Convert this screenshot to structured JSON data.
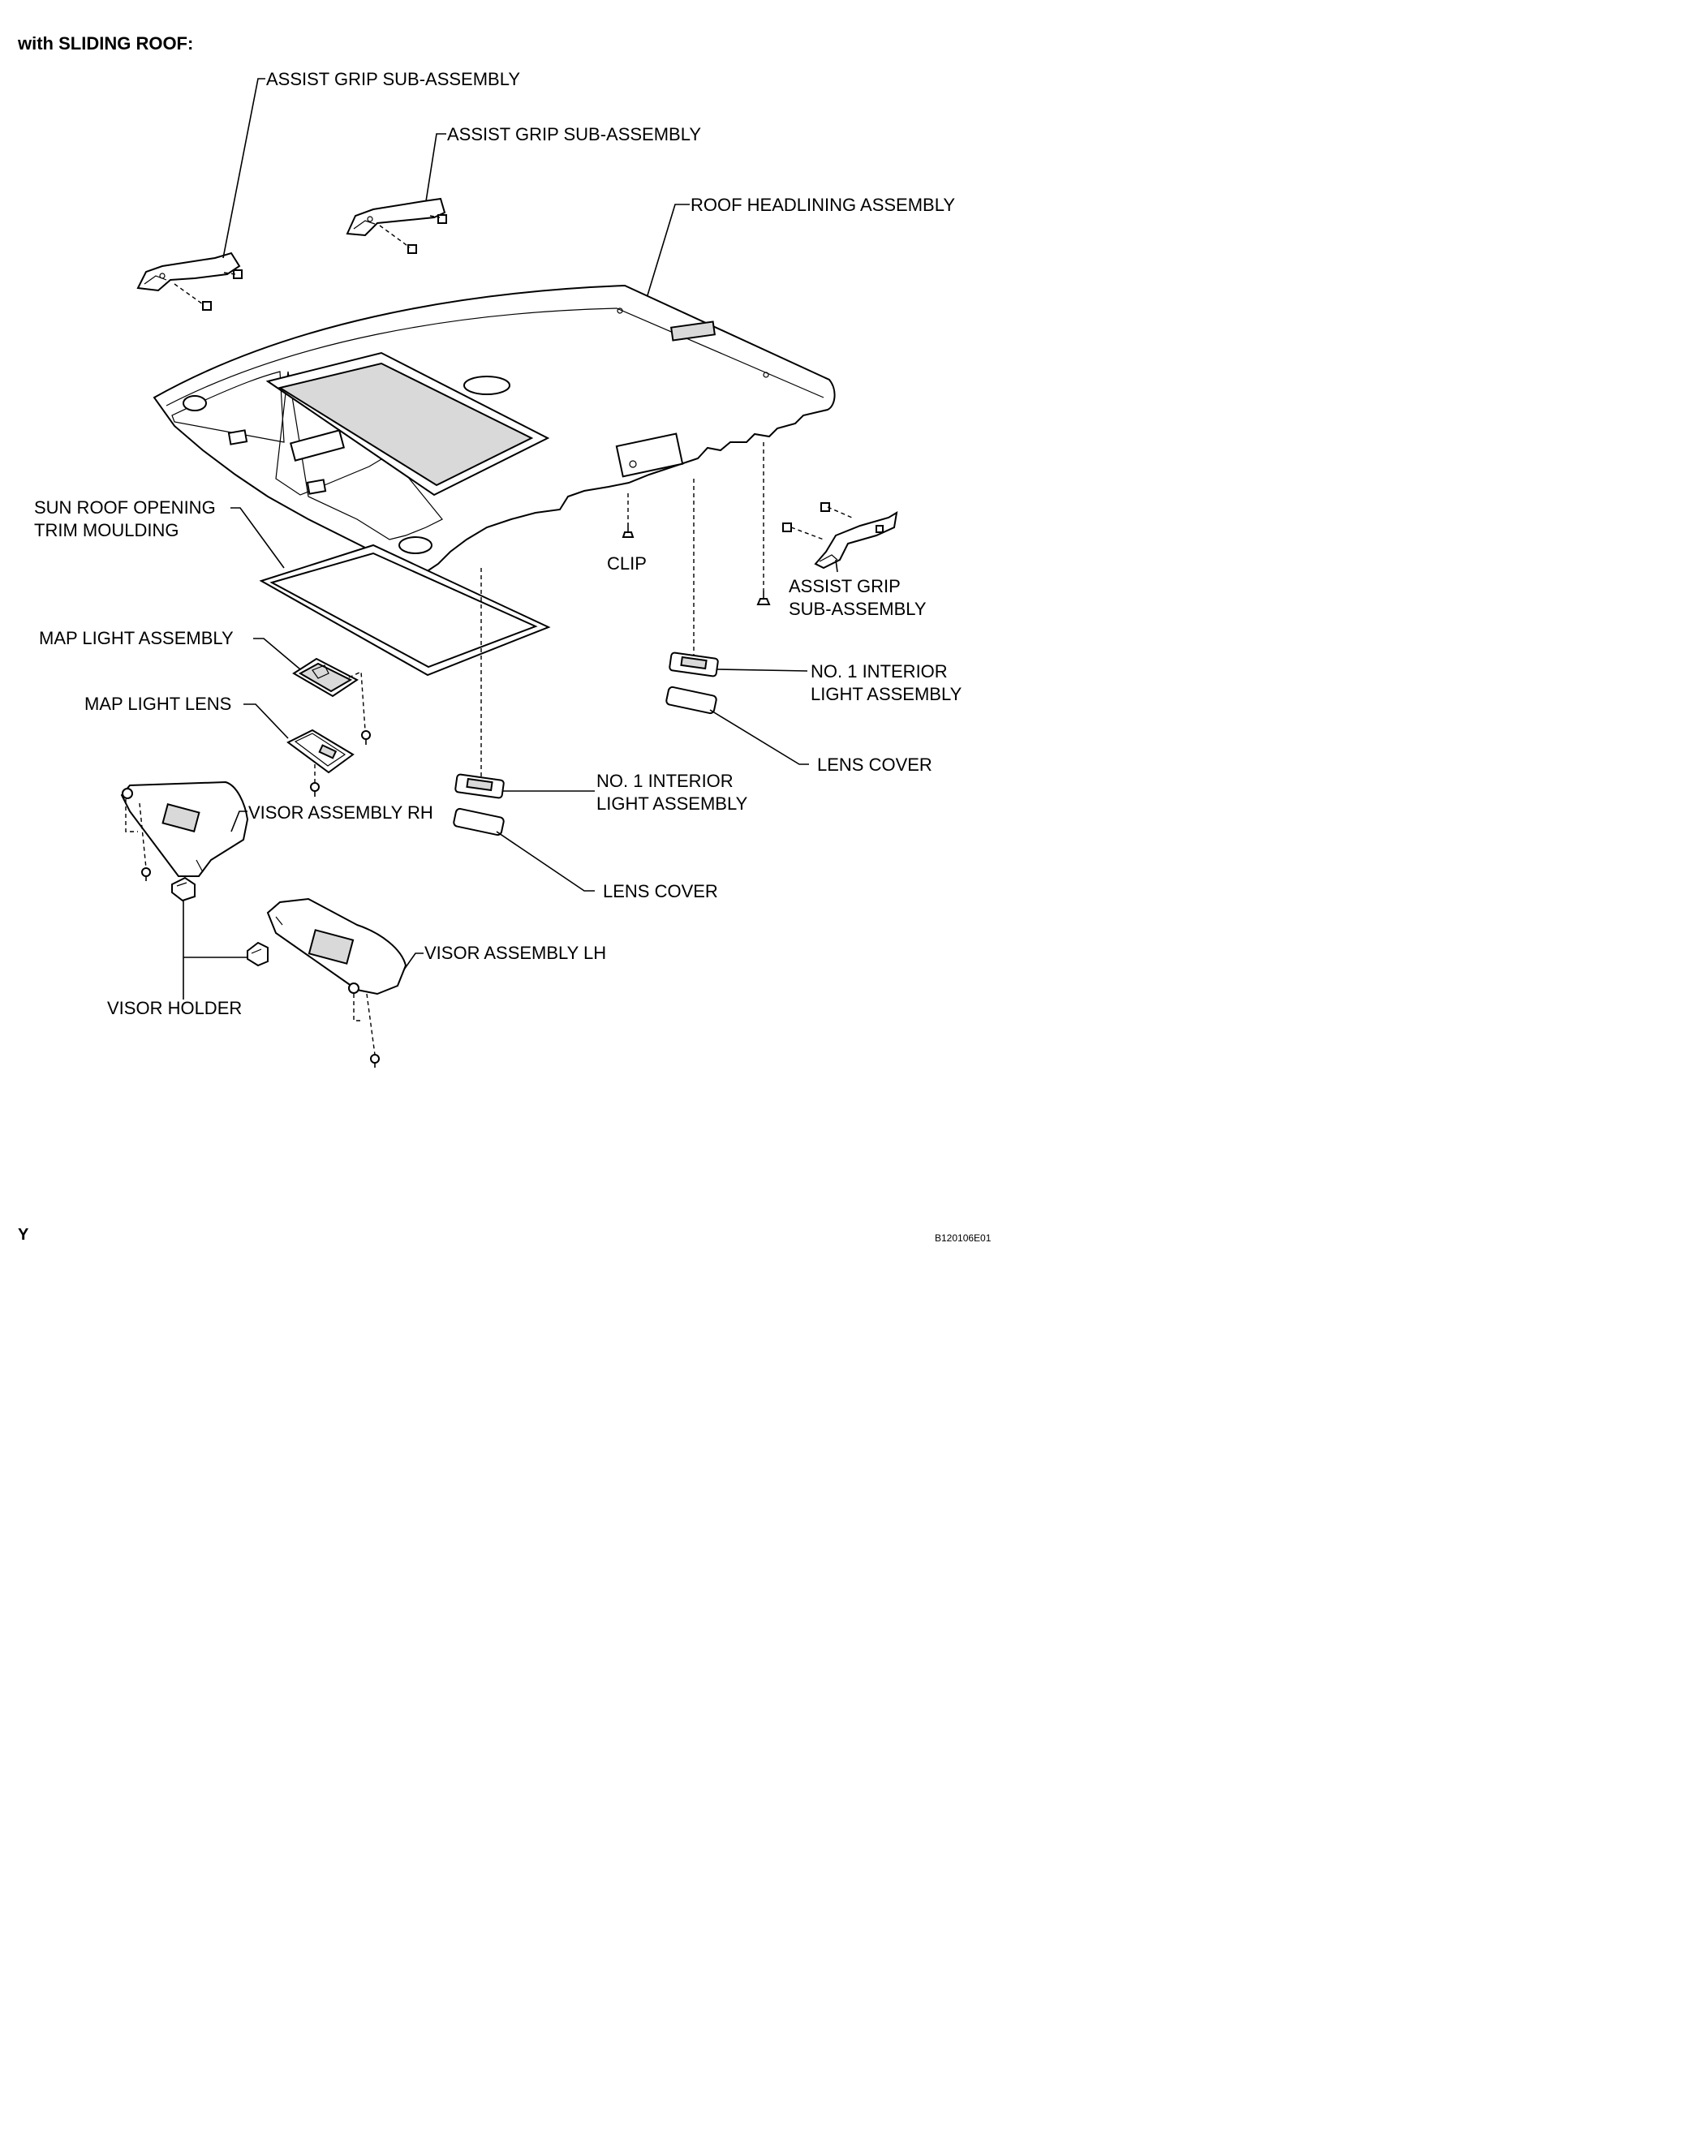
{
  "title": "with SLIDING ROOF:",
  "corner_letter": "Y",
  "figure_code": "B120106E01",
  "labels": {
    "assist_grip_1": "ASSIST GRIP SUB-ASSEMBLY",
    "assist_grip_2": "ASSIST GRIP SUB-ASSEMBLY",
    "roof_headlining": "ROOF HEADLINING ASSEMBLY",
    "sun_roof_trim_line1": "SUN ROOF OPENING",
    "sun_roof_trim_line2": "TRIM MOULDING",
    "clip": "CLIP",
    "assist_grip_3_line1": "ASSIST GRIP",
    "assist_grip_3_line2": "SUB-ASSEMBLY",
    "map_light_assembly": "MAP LIGHT ASSEMBLY",
    "map_light_lens": "MAP LIGHT LENS",
    "interior_light_1_line1": "NO. 1 INTERIOR",
    "interior_light_1_line2": "LIGHT ASSEMBLY",
    "lens_cover_1": "LENS COVER",
    "interior_light_2_line1": "NO. 1 INTERIOR",
    "interior_light_2_line2": "LIGHT ASSEMBLY",
    "visor_rh": "VISOR ASSEMBLY RH",
    "lens_cover_2": "LENS COVER",
    "visor_lh": "VISOR ASSEMBLY LH",
    "visor_holder": "VISOR HOLDER"
  }
}
